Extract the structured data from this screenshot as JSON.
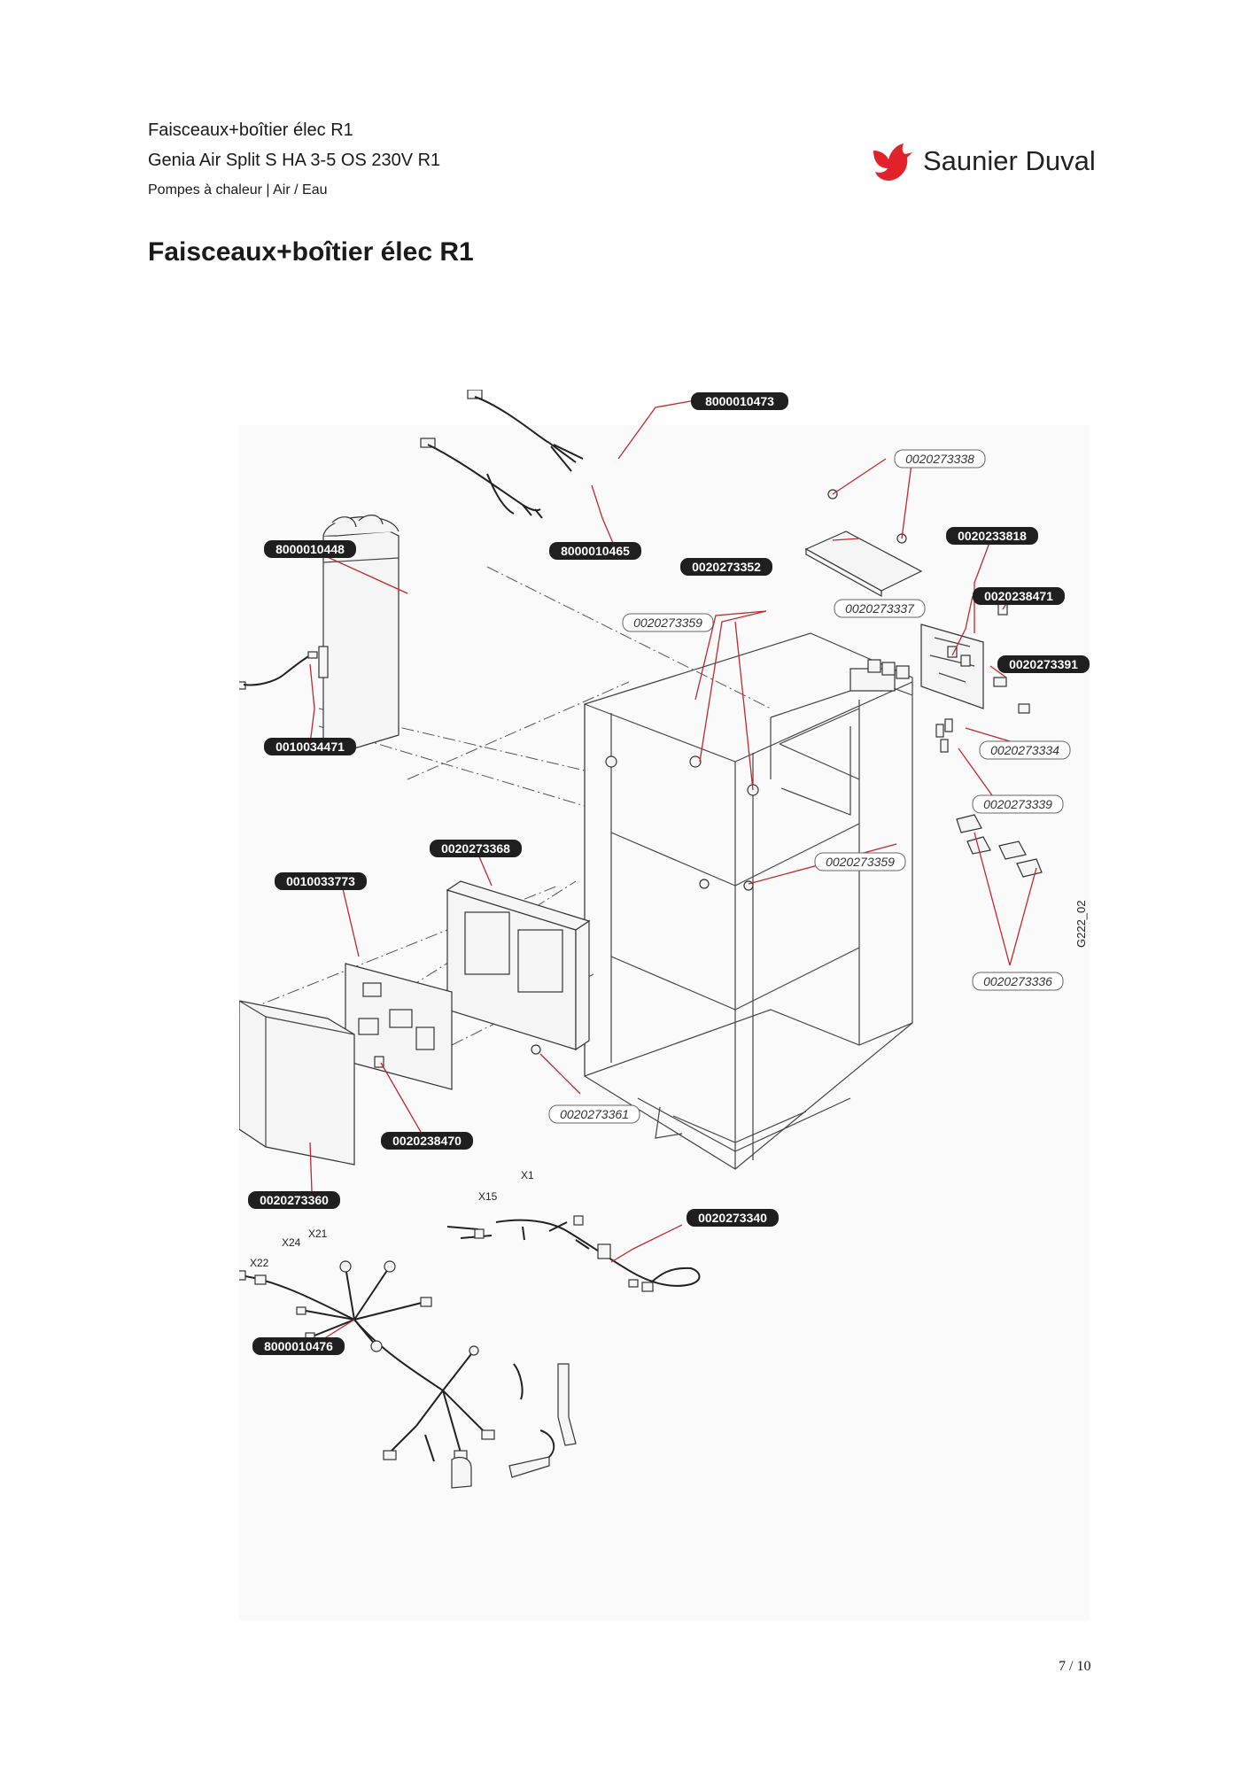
{
  "header": {
    "line1": "Faisceaux+boîtier élec R1",
    "line2": "Genia Air Split S HA 3-5 OS 230V R1",
    "line3": "Pompes à chaleur | Air / Eau"
  },
  "brand": {
    "name": "Saunier Duval",
    "color": "#e2222b"
  },
  "page_title": "Faisceaux+boîtier élec R1",
  "diagram": {
    "drawing_code": "G222_02",
    "part_labels": [
      "8000010473",
      "0020273338",
      "8000010448",
      "8000010465",
      "0020233818",
      "0020273352",
      "0020238471",
      "0020273337",
      "0020273359",
      "0020273391",
      "0010034471",
      "0020273334",
      "0020273339",
      "0020273368",
      "0010033773",
      "0020273359",
      "0020273336",
      "0020273361",
      "0020238470",
      "0020273360",
      "0020273340",
      "8000010476"
    ],
    "connector_labels": [
      "X1",
      "X15",
      "X21",
      "X24",
      "X22"
    ]
  },
  "page_number": "7 / 10"
}
